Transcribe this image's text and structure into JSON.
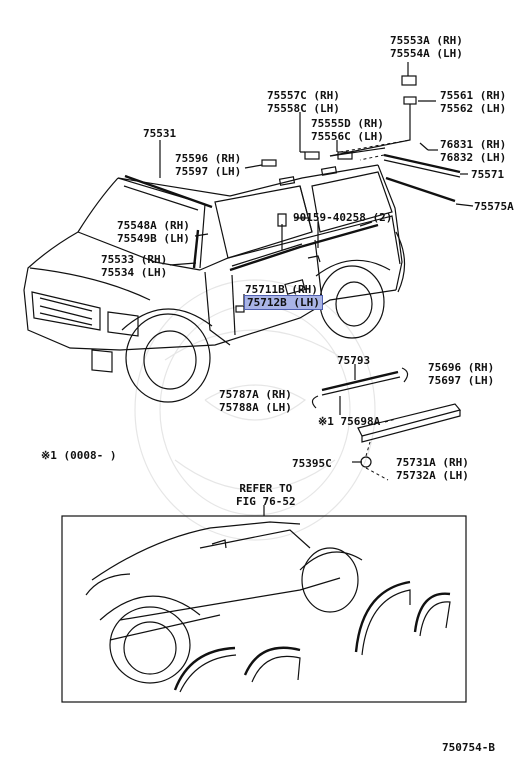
{
  "parts": [
    {
      "id": "p75553a",
      "line1": "75553A (RH)",
      "line2": "75554A (LH)"
    },
    {
      "id": "p75561",
      "line1": "75561 (RH)",
      "line2": "75562 (LH)"
    },
    {
      "id": "p75557c",
      "line1": "75557C (RH)",
      "line2": "75558C (LH)"
    },
    {
      "id": "p75555d",
      "line1": "75555D (RH)",
      "line2": "75556C (LH)"
    },
    {
      "id": "p76831",
      "line1": "76831 (RH)",
      "line2": "76832 (LH)"
    },
    {
      "id": "p75531",
      "line1": "75531",
      "line2": ""
    },
    {
      "id": "p75596",
      "line1": "75596 (RH)",
      "line2": "75597 (LH)"
    },
    {
      "id": "p75571",
      "line1": "75571",
      "line2": ""
    },
    {
      "id": "p75575a",
      "line1": "75575A",
      "line2": ""
    },
    {
      "id": "p90159",
      "line1": "90159-40258 (2)",
      "line2": ""
    },
    {
      "id": "p75548a",
      "line1": "75548A (RH)",
      "line2": "75549B (LH)"
    },
    {
      "id": "p75533",
      "line1": "75533 (RH)",
      "line2": "75534 (LH)"
    },
    {
      "id": "p75711b",
      "line1": "75711B (RH)",
      "line2": "75712B (LH)"
    },
    {
      "id": "p75793",
      "line1": "75793",
      "line2": ""
    },
    {
      "id": "p75696",
      "line1": "75696 (RH)",
      "line2": "75697 (LH)"
    },
    {
      "id": "p75787a",
      "line1": "75787A (RH)",
      "line2": "75788A (LH)"
    },
    {
      "id": "p75698a",
      "line1": "※1 75698A",
      "line2": ""
    },
    {
      "id": "p75395c",
      "line1": "75395C",
      "line2": ""
    },
    {
      "id": "p75731a",
      "line1": "75731A (RH)",
      "line2": "75732A (LH)"
    }
  ],
  "note": "※1 (0008-        )",
  "refer": {
    "line1": "REFER TO",
    "line2": "FIG 76-52"
  },
  "figure_code": "750754-B",
  "highlight_color": "#a9b4e6"
}
